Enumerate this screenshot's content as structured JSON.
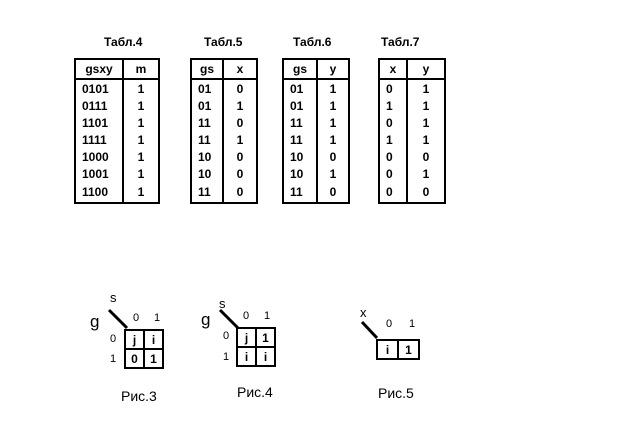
{
  "tables": [
    {
      "caption": "Табл.4",
      "headers": [
        "gsxy",
        "m"
      ],
      "rows": [
        [
          "0101",
          "1"
        ],
        [
          "0111",
          "1"
        ],
        [
          "1101",
          "1"
        ],
        [
          "1111",
          "1"
        ],
        [
          "1000",
          "1"
        ],
        [
          "1001",
          "1"
        ],
        [
          "1100",
          "1"
        ]
      ]
    },
    {
      "caption": "Табл.5",
      "headers": [
        "gs",
        "x"
      ],
      "rows": [
        [
          "01",
          "0"
        ],
        [
          "01",
          "1"
        ],
        [
          "11",
          "0"
        ],
        [
          "11",
          "1"
        ],
        [
          "10",
          "0"
        ],
        [
          "10",
          "0"
        ],
        [
          "11",
          "0"
        ]
      ]
    },
    {
      "caption": "Табл.6",
      "headers": [
        "gs",
        "y"
      ],
      "rows": [
        [
          "01",
          "1"
        ],
        [
          "01",
          "1"
        ],
        [
          "11",
          "1"
        ],
        [
          "11",
          "1"
        ],
        [
          "10",
          "0"
        ],
        [
          "10",
          "1"
        ],
        [
          "11",
          "0"
        ]
      ]
    },
    {
      "caption": "Табл.7",
      "headers": [
        "x",
        "y"
      ],
      "rows": [
        [
          "0",
          "1"
        ],
        [
          "1",
          "1"
        ],
        [
          "0",
          "1"
        ],
        [
          "1",
          "1"
        ],
        [
          "0",
          "0"
        ],
        [
          "0",
          "1"
        ],
        [
          "0",
          "0"
        ]
      ]
    }
  ],
  "figures": [
    {
      "caption": "Рис.3",
      "col_var": "s",
      "row_var": "g",
      "col_labels": [
        "0",
        "1"
      ],
      "row_labels": [
        "0",
        "1"
      ],
      "cells": [
        [
          "j",
          "i"
        ],
        [
          "0",
          "1"
        ]
      ]
    },
    {
      "caption": "Рис.4",
      "col_var": "s",
      "row_var": "g",
      "col_labels": [
        "0",
        "1"
      ],
      "row_labels": [
        "0",
        "1"
      ],
      "cells": [
        [
          "j",
          "1"
        ],
        [
          "i",
          "i"
        ]
      ]
    },
    {
      "caption": "Рис.5",
      "col_var": "x",
      "col_labels": [
        "0",
        "1"
      ],
      "cells": [
        [
          "i",
          "1"
        ]
      ]
    }
  ]
}
